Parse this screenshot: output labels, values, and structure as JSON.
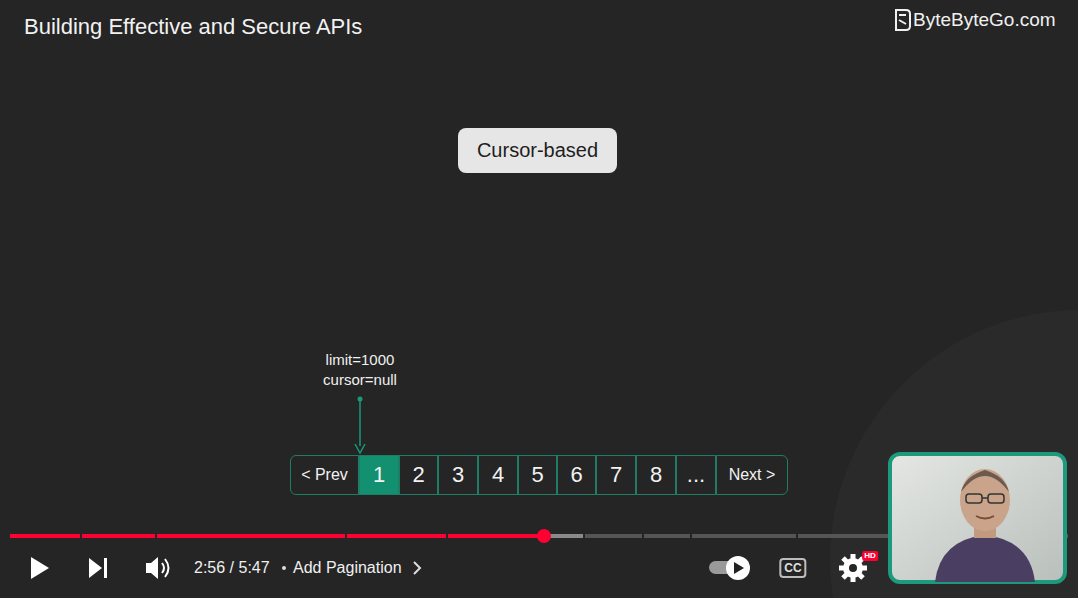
{
  "diagram": {
    "title": "Building Effective and Secure APIs",
    "nodes": [
      {
        "text": [
          "Cursor-based"
        ]
      },
      {
        "text": [
          "< Prev"
        ]
      },
      {
        "text": [
          "1"
        ]
      },
      {
        "text": [
          "2"
        ]
      },
      {
        "text": [
          "3"
        ]
      },
      {
        "text": [
          "4"
        ]
      },
      {
        "text": [
          "5"
        ]
      },
      {
        "text": [
          "6"
        ]
      },
      {
        "text": [
          "7"
        ]
      },
      {
        "text": [
          "8"
        ]
      },
      {
        "text": [
          "..."
        ]
      },
      {
        "text": [
          "Next >"
        ]
      }
    ],
    "labels": [
      "ByteByteGo.com",
      "limit=1000",
      "cursor=null",
      "2:56 / 5:47",
      "Add Pagination",
      "CC",
      "HD"
    ]
  }
}
